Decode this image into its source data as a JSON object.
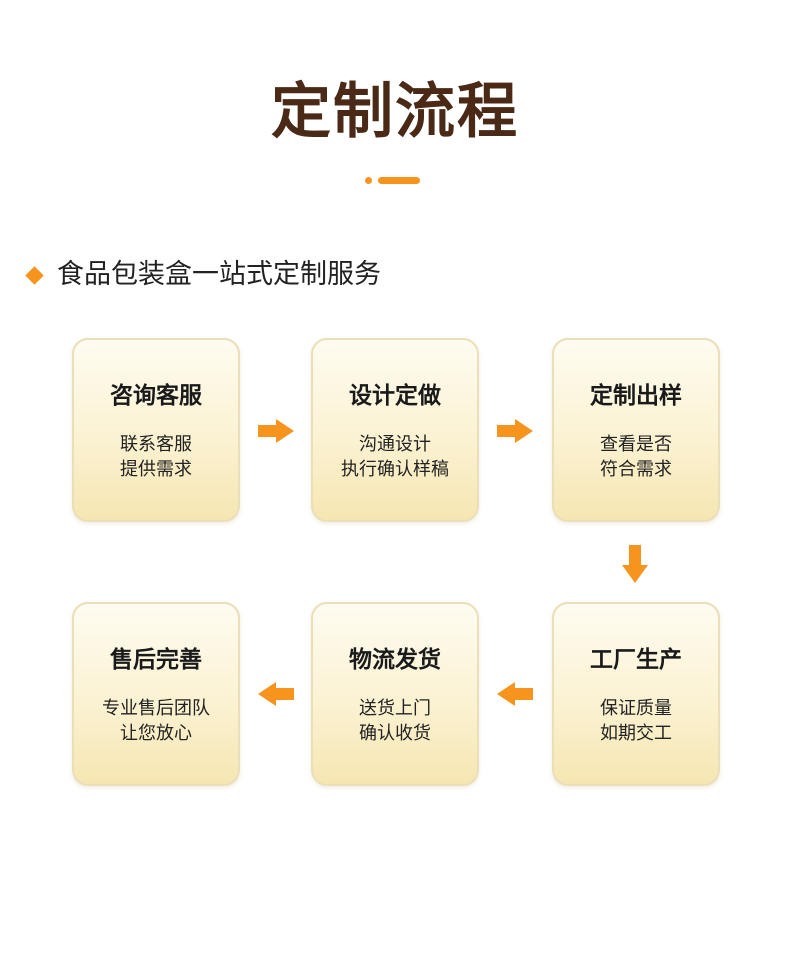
{
  "header": {
    "title": "定制流程"
  },
  "subtitle": {
    "text": "食品包装盒一站式定制服务"
  },
  "steps": [
    {
      "title": "咨询客服",
      "line1": "联系客服",
      "line2": "提供需求"
    },
    {
      "title": "设计定做",
      "line1": "沟通设计",
      "line2": "执行确认样稿"
    },
    {
      "title": "定制出样",
      "line1": "查看是否",
      "line2": "符合需求"
    },
    {
      "title": "工厂生产",
      "line1": "保证质量",
      "line2": "如期交工"
    },
    {
      "title": "物流发货",
      "line1": "送货上门",
      "line2": "确认收货"
    },
    {
      "title": "售后完善",
      "line1": "专业售后团队",
      "line2": "让您放心"
    }
  ],
  "colors": {
    "accent": "#f7941d",
    "title": "#4a2a16",
    "card_border": "#eadfb8"
  },
  "icons": [
    "diamond-icon",
    "arrow-right-icon",
    "arrow-down-icon",
    "arrow-left-icon"
  ]
}
